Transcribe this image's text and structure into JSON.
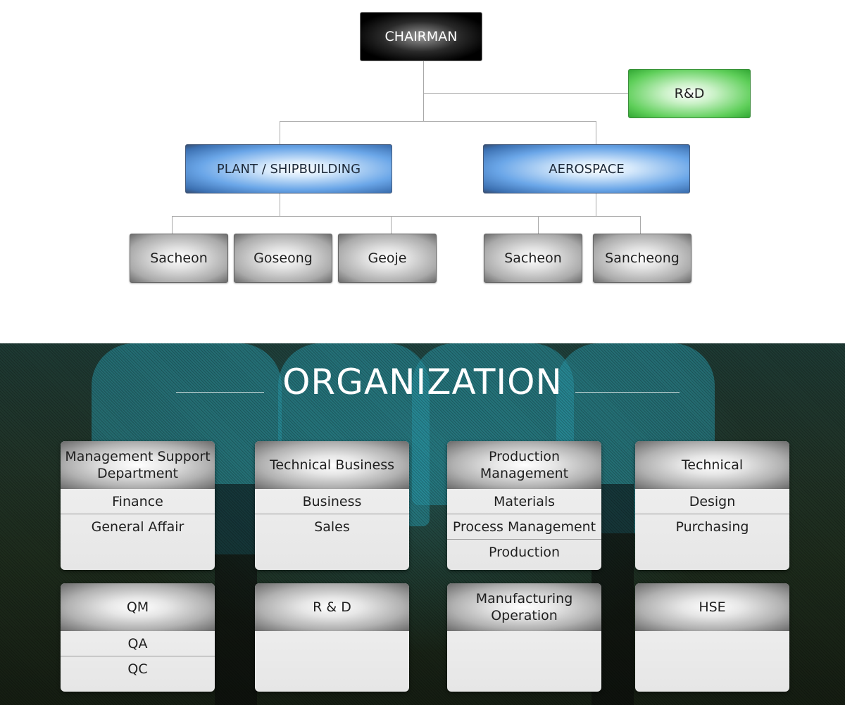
{
  "tree": {
    "chairman": "CHAIRMAN",
    "rnd": "R&D",
    "divisions": [
      "PLANT / SHIPBUILDING",
      "AEROSPACE"
    ],
    "plants": [
      "Sacheon",
      "Goseong",
      "Geoje"
    ],
    "aero_sites": [
      "Sacheon",
      "Sancheong"
    ]
  },
  "organization": {
    "title": "ORGANIZATION",
    "departments": [
      {
        "head": "Management Support Department",
        "items": [
          "Finance",
          "General Affair"
        ]
      },
      {
        "head": "Technical Business",
        "items": [
          "Business",
          "Sales"
        ]
      },
      {
        "head": "Production Management",
        "items": [
          "Materials",
          "Process Management",
          "Production"
        ]
      },
      {
        "head": "Technical",
        "items": [
          "Design",
          "Purchasing"
        ]
      },
      {
        "head": "QM",
        "items": [
          "QA",
          "QC"
        ]
      },
      {
        "head": "R & D",
        "items": []
      },
      {
        "head": "Manufacturing Operation",
        "items": []
      },
      {
        "head": "HSE",
        "items": []
      }
    ]
  },
  "colors": {
    "chairman": "#000000",
    "rnd": "#5fcf5a",
    "division": "#6aa6e8",
    "site": "#a9a9a9",
    "card_header": "#b1b1b1"
  }
}
